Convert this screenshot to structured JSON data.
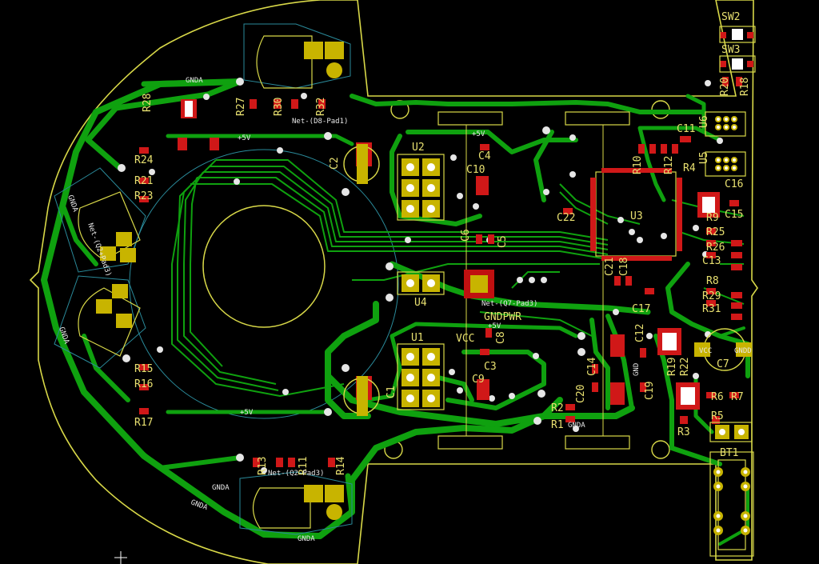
{
  "app": "PCB layout editor",
  "refs": {
    "sw2": "SW2",
    "sw3": "SW3",
    "r20": "R20",
    "r18": "R18",
    "c11": "C11",
    "u6": "U6",
    "u5": "U5",
    "c16": "C16",
    "c15": "C15",
    "r9": "R9",
    "r25": "R25",
    "r26": "R26",
    "c13": "C13",
    "r8": "R8",
    "r29": "R29",
    "r31": "R31",
    "c7": "C7",
    "r6": "R6",
    "r7": "R7",
    "r5": "R5",
    "bt1": "BT1",
    "r3": "R3",
    "r4": "R4",
    "r10": "R10",
    "r12": "R12",
    "r19": "R19",
    "r22": "R22",
    "u3": "U3",
    "c17": "C17",
    "c18": "C18",
    "c21": "C21",
    "c12": "C12",
    "c14": "C14",
    "c19": "C19",
    "c20": "C20",
    "r2": "R2",
    "r1": "R1",
    "c22": "C22",
    "c4": "C4",
    "c10": "C10",
    "u2": "U2",
    "c6": "C6",
    "c5": "C5",
    "u4": "U4",
    "u1": "U1",
    "c8": "C8",
    "c3": "C3",
    "c9": "C9",
    "c1": "C1",
    "c2": "C2",
    "r28": "R28",
    "r27": "R27",
    "r30": "R30",
    "r32": "R32",
    "r24": "R24",
    "r21": "R21",
    "r23": "R23",
    "r15": "R15",
    "r16": "R16",
    "r17": "R17",
    "r13": "R13",
    "r11": "R11",
    "r14": "R14"
  },
  "nets": {
    "gnda": "GNDA",
    "gndpwr": "GNDPWR",
    "vcc": "VCC",
    "p5v": "+5V",
    "net_q7_pad3": "Net-(Q7-Pad3)",
    "net_q2_pad3": "Net-(Q2-Pad3)",
    "net_d8_pad1": "Net-(D8-Pad1)",
    "gnd": "GND",
    "vcc_small": "VCC",
    "gndd": "GNDD",
    "net_qz_pad": "Net-(Q2+Pad3)"
  },
  "colors": {
    "background": "#000000",
    "copper": "#0fa10f",
    "silkscreen": "#d8d848",
    "pad": "#c8b400",
    "smd": "#d01818",
    "via": "#e6e6e6",
    "fab": "#2a8a9a"
  },
  "icons": {
    "cursor": "crosshair-cursor-icon"
  }
}
